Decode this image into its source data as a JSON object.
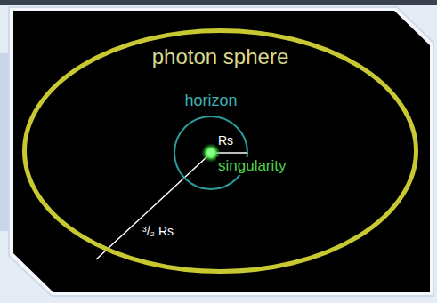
{
  "diagram": {
    "nodes": [
      {
        "text": [
          "photon sphere"
        ]
      },
      {
        "text": [
          "horizon",
          "Rs"
        ],
        "in": 0
      }
    ],
    "labels": [
      "singularity",
      "³/₂ Rs"
    ]
  }
}
